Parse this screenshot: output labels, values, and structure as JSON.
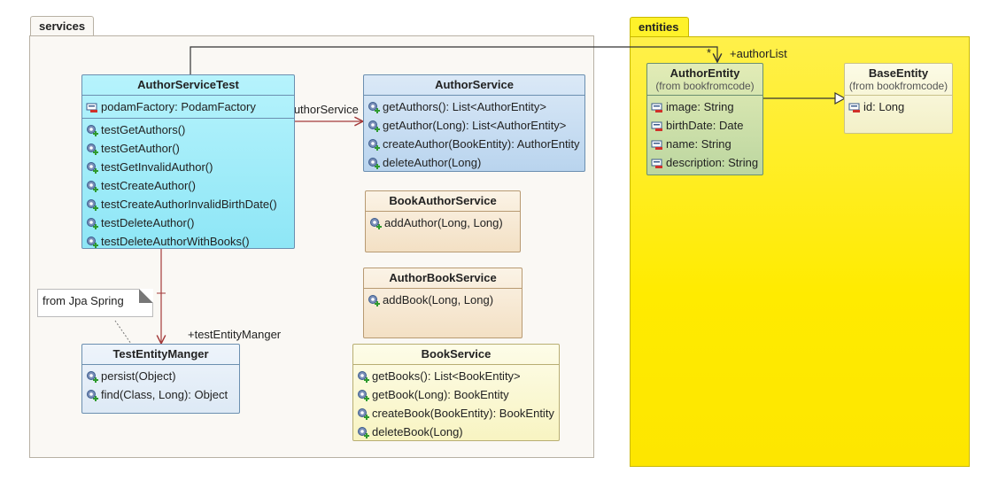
{
  "packages": {
    "services": {
      "name": "services"
    },
    "entities": {
      "name": "entities"
    }
  },
  "classes": {
    "author_service_test": {
      "name": "AuthorServiceTest",
      "attributes": [
        "podamFactory: PodamFactory"
      ],
      "methods": [
        "testGetAuthors()",
        "testGetAuthor()",
        "testGetInvalidAuthor()",
        "testCreateAuthor()",
        "testCreateAuthorInvalidBirthDate()",
        "testDeleteAuthor()",
        "testDeleteAuthorWithBooks()"
      ]
    },
    "author_service": {
      "name": "AuthorService",
      "methods": [
        "getAuthors(): List<AuthorEntity>",
        "getAuthor(Long): List<AuthorEntity>",
        "createAuthor(BookEntity): AuthorEntity",
        "deleteAuthor(Long)"
      ]
    },
    "book_author_service": {
      "name": "BookAuthorService",
      "methods": [
        "addAuthor(Long, Long)"
      ]
    },
    "author_book_service": {
      "name": "AuthorBookService",
      "methods": [
        "addBook(Long, Long)"
      ]
    },
    "book_service": {
      "name": "BookService",
      "methods": [
        "getBooks(): List<BookEntity>",
        "getBook(Long): BookEntity",
        "createBook(BookEntity): BookEntity",
        "deleteBook(Long)"
      ]
    },
    "test_entity_manger": {
      "name": "TestEntityManger",
      "methods": [
        "persist(Object)",
        "find(Class, Long): Object"
      ]
    },
    "author_entity": {
      "name": "AuthorEntity",
      "from": "(from bookfromcode)",
      "attributes": [
        "image: String",
        "birthDate: Date",
        "name: String",
        "description: String"
      ]
    },
    "base_entity": {
      "name": "BaseEntity",
      "from": "(from bookfromcode)",
      "attributes": [
        "id: Long"
      ]
    }
  },
  "note": {
    "text": "from Jpa Spring"
  },
  "associations": {
    "author_service": "+authorService",
    "test_entity_manger": "+testEntityManger",
    "author_list": "+authorList",
    "author_list_multiplicity": "*"
  },
  "colors": {
    "cyan_class": "#aeeefa",
    "blue_class": "#c7def3",
    "tan_class": "#f7ead6",
    "cream_class": "#fbf9d8",
    "green_class": "#e9f0c1",
    "entities_bg": "#fff22a",
    "services_bg": "#faf8f4",
    "assoc_line": "#a33a3a"
  }
}
